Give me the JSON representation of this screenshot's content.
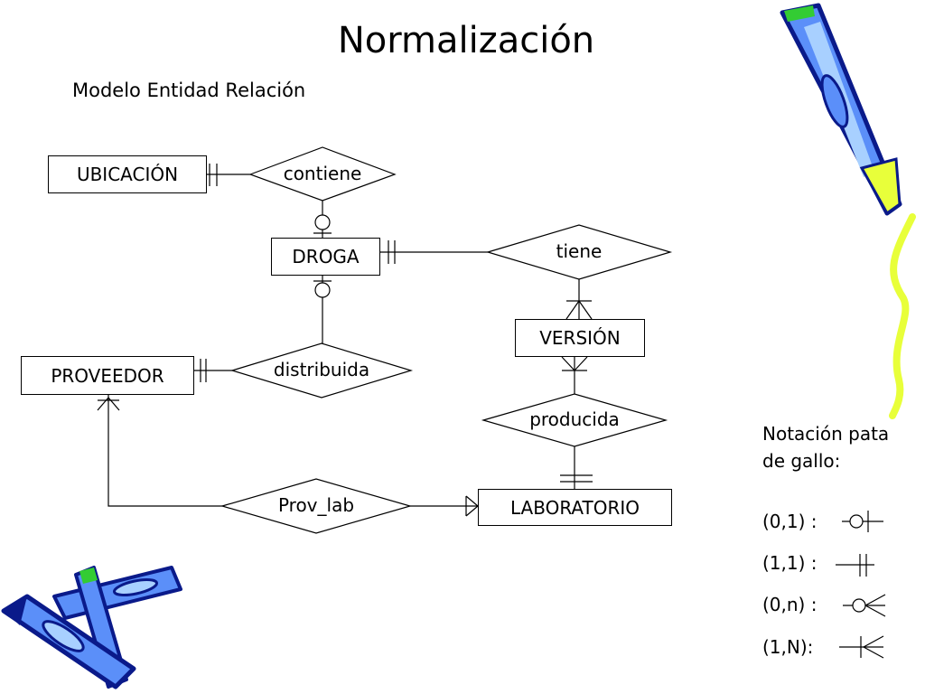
{
  "title": "Normalización",
  "subtitle": "Modelo Entidad Relación",
  "entities": {
    "ubicacion": "UBICACIÓN",
    "droga": "DROGA",
    "proveedor": "PROVEEDOR",
    "version": "VERSIÓN",
    "laboratorio": "LABORATORIO"
  },
  "relationships": {
    "contiene": "contiene",
    "tiene": "tiene",
    "distribuida": "distribuida",
    "producida": "producida",
    "prov_lab": "Prov_lab"
  },
  "legend": {
    "heading_line1": "Notación pata",
    "heading_line2": "de gallo:",
    "items": [
      {
        "label": "(0,1) :",
        "symbol": "zero-or-one"
      },
      {
        "label": "(1,1)  :",
        "symbol": "exactly-one"
      },
      {
        "label": "(0,n) :",
        "symbol": "zero-or-many"
      },
      {
        "label": "(1,N):",
        "symbol": "one-or-many"
      }
    ]
  },
  "colors": {
    "crayon_blue": "#5b8ff9",
    "crayon_light_blue": "#a8d0ff",
    "crayon_dark": "#0a1a8a",
    "crayon_green": "#33cc33",
    "crayon_yellow": "#e8ff3a"
  }
}
